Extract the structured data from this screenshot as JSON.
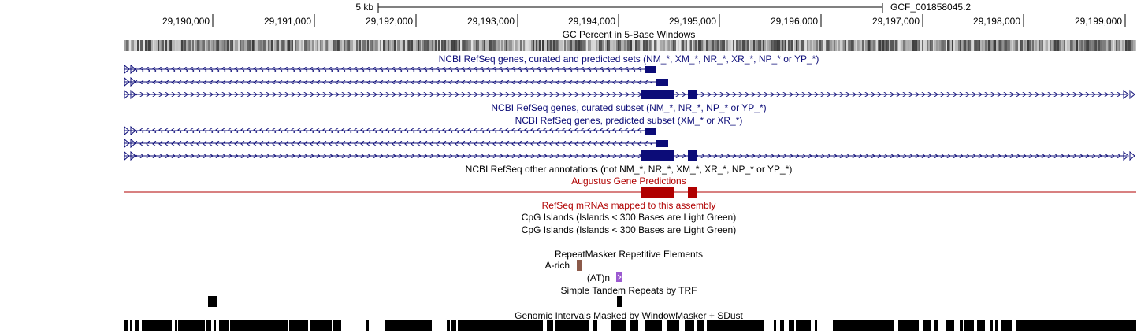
{
  "ruler": {
    "scale_label": "5 kb",
    "assembly": "GCF_001858045.2",
    "ticks": [
      "29,190,000",
      "29,191,000",
      "29,192,000",
      "29,193,000",
      "29,194,000",
      "29,195,000",
      "29,196,000",
      "29,197,000",
      "29,198,000",
      "29,199,000"
    ]
  },
  "tracks": {
    "gc_percent": "GC Percent in 5-Base Windows",
    "refseq_all": "NCBI RefSeq genes, curated and predicted sets (NM_*, XM_*, NR_*, XR_*, NP_* or YP_*)",
    "refseq_curated": "NCBI RefSeq genes, curated subset (NM_*, NR_*, NP_* or YP_*)",
    "refseq_predicted": "NCBI RefSeq genes, predicted subset (XM_* or XR_*)",
    "refseq_other": "NCBI RefSeq other annotations (not NM_*, NR_*, XM_*, XR_*, NP_* or YP_*)",
    "augustus": "Augustus Gene Predictions",
    "refseq_mrna": "RefSeq mRNAs mapped to this assembly",
    "cpg1": "CpG Islands (Islands < 300 Bases are Light Green)",
    "cpg2": "CpG Islands (Islands < 300 Bases are Light Green)",
    "repeatmasker": "RepeatMasker Repetitive Elements",
    "repeat_a_rich": "A-rich",
    "repeat_atn": "(AT)n",
    "trf": "Simple Tandem Repeats by TRF",
    "windowmasker": "Genomic Intervals Masked by WindowMasker + SDust"
  },
  "colors": {
    "refseq": "#0c0c78",
    "augustus": "#b00000",
    "a_rich": "#8b5a4a",
    "atn": "#9b59d0",
    "black": "#000000"
  }
}
